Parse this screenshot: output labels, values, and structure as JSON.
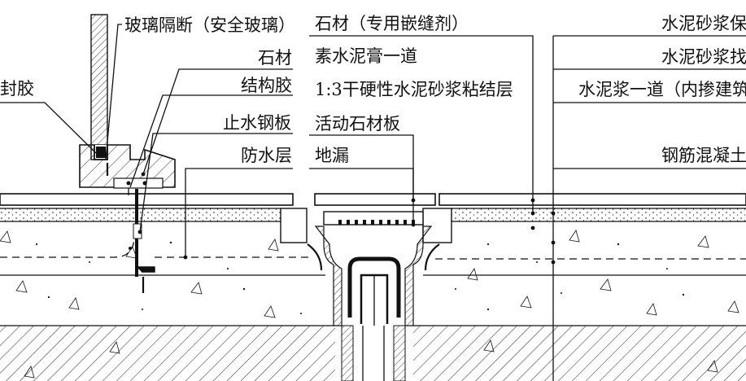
{
  "labels": {
    "glass_partition": "玻璃隔断（安全玻璃）",
    "stone_left": "石材",
    "structural_glue": "结构胶",
    "waterstop_steel": "止水钢板",
    "waterproof_layer": "防水层",
    "sealant": "封胶",
    "stone_caulk": "石材（专用嵌缝剂）",
    "cement_paste": "素水泥膏一道",
    "mortar_bond": "1:3干硬性水泥砂浆粘结层",
    "movable_stone": "活动石材板",
    "floor_drain": "地漏",
    "mortar_protect": "水泥砂浆保",
    "mortar_level": "水泥砂浆找",
    "cement_slurry": "水泥浆一道（内掺建筑",
    "concrete": "钢筋混凝土"
  },
  "colors": {
    "line": "#111111",
    "background": "#ffffff"
  }
}
